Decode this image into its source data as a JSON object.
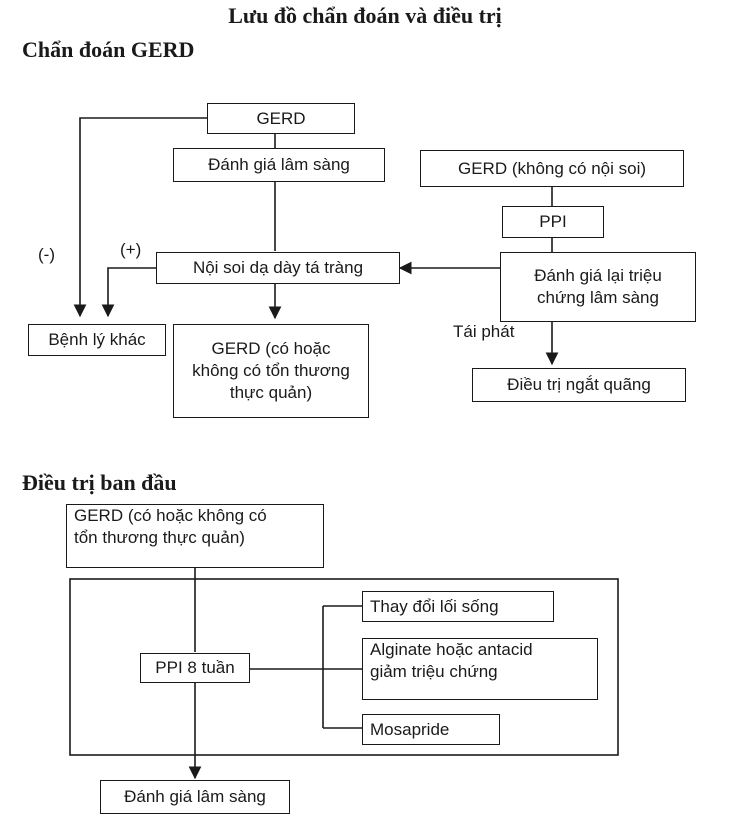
{
  "title": "Lưu đồ chẩn đoán và điều trị",
  "section1": {
    "title": "Chẩn đoán GERD",
    "boxes": {
      "gerd": "GERD",
      "clinical_eval": "Đánh giá lâm sàng",
      "gerd_no_endoscopy": "GERD (không có nội soi)",
      "ppi": "PPI",
      "endoscopy": "Nội soi dạ dày tá tràng",
      "reevaluate_line1": "Đánh giá lại triệu",
      "reevaluate_line2": "chứng lâm sàng",
      "other_disease": "Bệnh lý khác",
      "gerd_result_line1": "GERD (có hoặc",
      "gerd_result_line2": "không có tổn thương",
      "gerd_result_line3": "thực quản)",
      "intermittent": "Điều trị ngắt quãng"
    },
    "labels": {
      "negative": "(-)",
      "positive": "(+)",
      "relapse": "Tái phát"
    }
  },
  "section2": {
    "title": "Điều trị ban đầu",
    "boxes": {
      "gerd_line1": "GERD (có hoặc không có",
      "gerd_line2": "tổn thương thực quản)",
      "ppi8": "PPI 8 tuần",
      "lifestyle": "Thay đổi lối sống",
      "alginate_line1": "Alginate hoặc antacid",
      "alginate_line2": "giảm triệu chứng",
      "mosapride": "Mosapride",
      "clinical_eval": "Đánh giá lâm sàng"
    }
  }
}
